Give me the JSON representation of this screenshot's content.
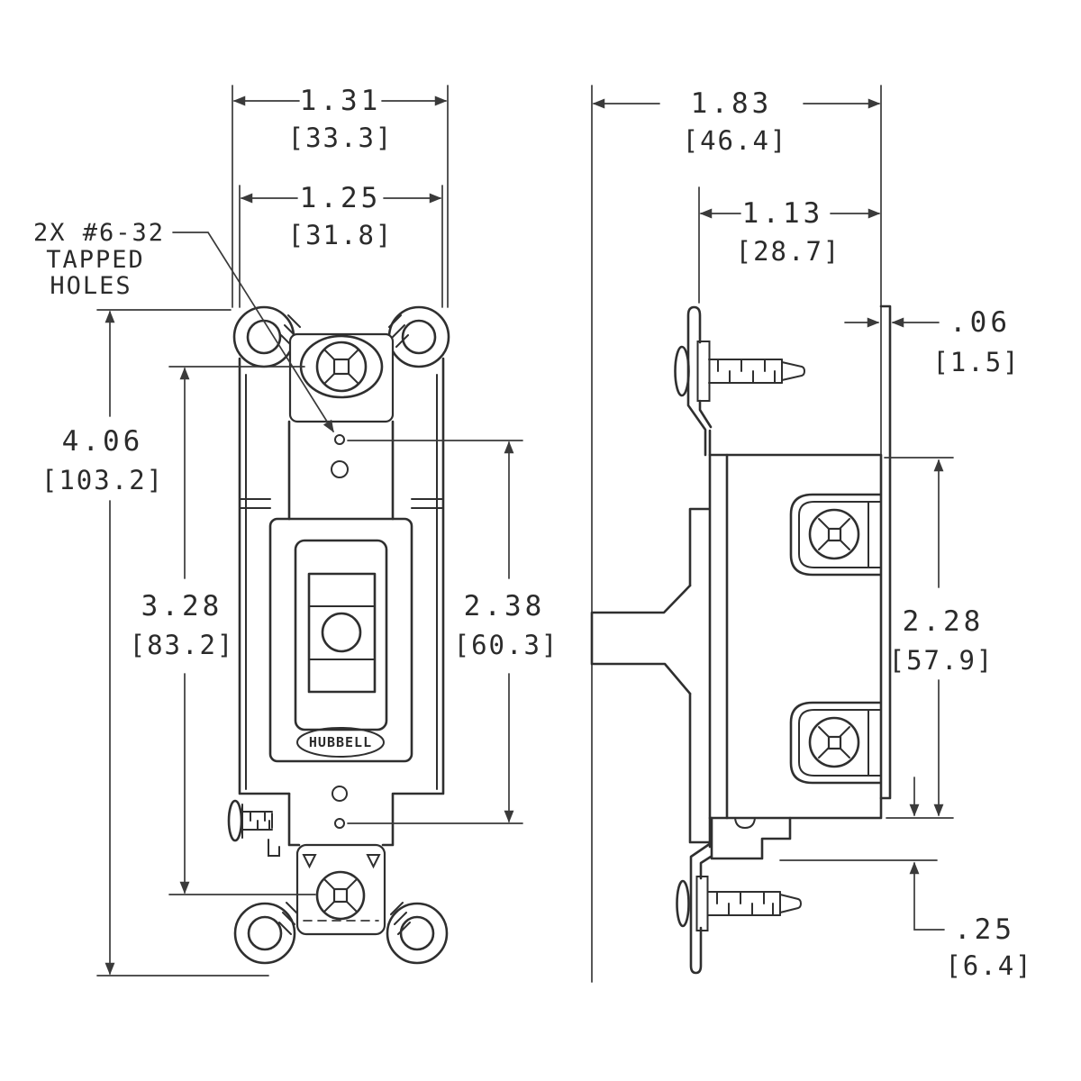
{
  "brand": {
    "label": "HUBBELL"
  },
  "note": {
    "line1": "2X #6-32",
    "line2": "TAPPED",
    "line3": "HOLES"
  },
  "dims": {
    "front": {
      "overall_width": {
        "in": "1.31",
        "mm": "[33.3]"
      },
      "body_width": {
        "in": "1.25",
        "mm": "[31.8]"
      },
      "strap_length": {
        "in": "4.06",
        "mm": "[103.2]"
      },
      "mounting_centers": {
        "in": "3.28",
        "mm": "[83.2]"
      },
      "body_height": {
        "in": "2.38",
        "mm": "[60.3]"
      }
    },
    "side": {
      "overall_depth": {
        "in": "1.83",
        "mm": "[46.4]"
      },
      "body_depth": {
        "in": "1.13",
        "mm": "[28.7]"
      },
      "strap_thickness": {
        "in": ".06",
        "mm": "[1.5]"
      },
      "terminal_span": {
        "in": "2.28",
        "mm": "[57.9]"
      },
      "strap_offset": {
        "in": ".25",
        "mm": "[6.4]"
      }
    }
  },
  "colors": {
    "line": "#2f2f2f",
    "dim_line": "#3a3a3a",
    "background": "#ffffff"
  }
}
